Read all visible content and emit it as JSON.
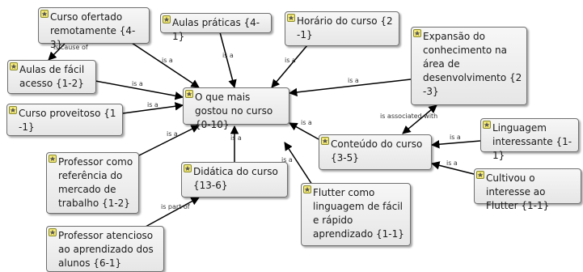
{
  "nodes": {
    "curso_ofertado": {
      "label": "Curso ofertado remotamente {4-3}"
    },
    "aulas_praticas": {
      "label": "Aulas práticas {4-1}"
    },
    "horario": {
      "label": "Horário do curso {2 -1}"
    },
    "expansao": {
      "label": "Expansão do conhecimento na área de desenvolvimento {2 -3}"
    },
    "aulas_facil": {
      "label": "Aulas de fácil acesso {1-2}"
    },
    "central": {
      "label": "O que mais gostou no curso {0-10}"
    },
    "curso_proveitoso": {
      "label": "Curso proveitoso {1 -1}"
    },
    "conteudo": {
      "label": "Conteúdo do curso {3-5}"
    },
    "linguagem": {
      "label": "Linguagem interessante {1-1}"
    },
    "cultivou": {
      "label": "Cultivou o interesse ao Flutter {1-1}"
    },
    "professor_ref": {
      "label": "Professor como referência do mercado de trabalho {1-2}"
    },
    "didatica": {
      "label": "Didática do curso {13-6}"
    },
    "flutter": {
      "label": "Flutter como linguagem de fácil e rápido aprendizado {1-1}"
    },
    "professor_atencioso": {
      "label": "Professor atencioso ao aprendizado dos alunos {6-1}"
    }
  },
  "edge_labels": {
    "is_cause_of": "is cause of",
    "is_a": "is a",
    "is_associated_with": "is associated with",
    "is_part_of": "is part of"
  },
  "colors": {
    "node_fill": "#eeeeee",
    "node_border": "#6f6f6f",
    "edge": "#000000",
    "icon_fill": "#f3e87a"
  }
}
